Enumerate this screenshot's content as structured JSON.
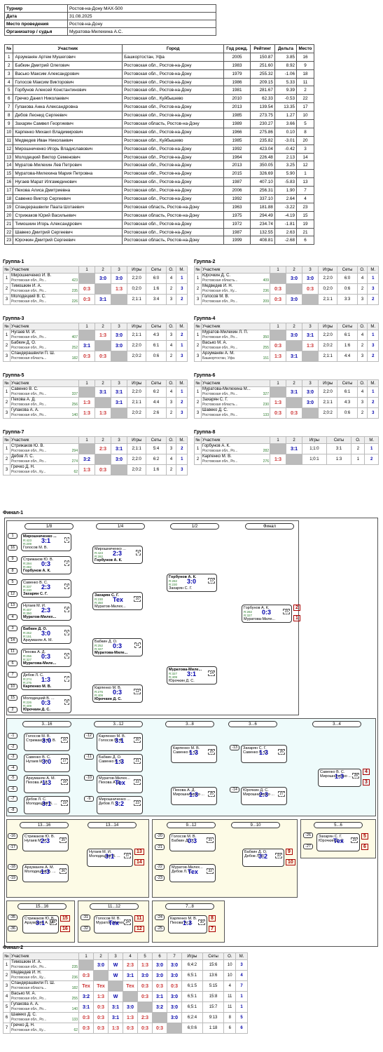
{
  "info": [
    [
      "Турнир",
      "Ростов-на-Дону MAX-500"
    ],
    [
      "Дата",
      "31.08.2025"
    ],
    [
      "Место проведения",
      "Ростов-на-Дону"
    ],
    [
      "Организатор / судья",
      "Муратова-Милехина А.С."
    ]
  ],
  "part_head": [
    "№",
    "Участник",
    "Город",
    "Год рожд.",
    "Рейтинг",
    "Дельта",
    "Место"
  ],
  "participants": [
    [
      "1",
      "Арзуманян Артем Мушегович",
      "Башкортостан, Уфа",
      "2005",
      "150.87",
      "3.85",
      "16"
    ],
    [
      "2",
      "Бабкин Дмитрий Олегович",
      "Ростовская обл., Ростов-на-Дону",
      "1983",
      "251.60",
      "8.92",
      "9"
    ],
    [
      "3",
      "Васько Максим Александрович",
      "Ростовская обл., Ростов-на-Дону",
      "1979",
      "255.32",
      "-1.06",
      "18"
    ],
    [
      "4",
      "Голосов Максим Викторович",
      "Ростовская обл., Ростов-на-Дону",
      "1986",
      "209.15",
      "5.33",
      "11"
    ],
    [
      "5",
      "Горбунов Алексей Константинович",
      "Ростовская обл., Ростов-на-Дону",
      "1981",
      "281.67",
      "9.39",
      "2"
    ],
    [
      "6",
      "Гречко Данил Николаевич",
      "Ростовская обл., Куйбышево",
      "2010",
      "62.33",
      "-0.53",
      "22"
    ],
    [
      "7",
      "Гупакова Анна Александровна",
      "Ростовская обл., Ростов-на-Дону",
      "2013",
      "139.54",
      "13.35",
      "17"
    ],
    [
      "8",
      "Дебов Леонид Сергеевич",
      "Ростовская обл., Ростов-на-Дону",
      "1985",
      "273.75",
      "1.27",
      "10"
    ],
    [
      "9",
      "Захарян Самвел Георгиевич",
      "Ростовская область, Ростов-на-Дону",
      "1989",
      "230.27",
      "3.66",
      "5"
    ],
    [
      "10",
      "Карпенко Михаил Владимирович",
      "Ростовская обл., Ростов-на-Дону",
      "1966",
      "275.86",
      "0.10",
      "8"
    ],
    [
      "11",
      "Медведев Иван Николаевич",
      "Ростовская обл., Куйбышево",
      "1985",
      "235.82",
      "-3.01",
      "20"
    ],
    [
      "12",
      "Мирошниченко Игорь Владиславович",
      "Ростовская обл., Ростов-на-Дону",
      "1992",
      "423.04",
      "-0.42",
      "3"
    ],
    [
      "13",
      "Молодецкий Виктор Семенович",
      "Ростовская обл., Ростов-на-Дону",
      "1964",
      "226.48",
      "2.13",
      "14"
    ],
    [
      "14",
      "Муратов-Милехин Лев Петрович",
      "Ростовская обл., Ростов-на-Дону",
      "2013",
      "350.05",
      "3.25",
      "12"
    ],
    [
      "15",
      "Муратова-Милехина Мария Петровна",
      "Ростовская обл., Ростов-на-Дону",
      "2015",
      "326.69",
      "5.90",
      "1"
    ],
    [
      "16",
      "Нугаев Марат Илгамединович",
      "Ростовская обл., Ростов-на-Дону",
      "1987",
      "407.10",
      "-5.83",
      "13"
    ],
    [
      "17",
      "Пехова Алиса Дмитриевна",
      "Ростовская обл., Ростов-на-Дону",
      "2006",
      "256.31",
      "1.90",
      "7"
    ],
    [
      "18",
      "Савенко Виктор Сергеевич",
      "Ростовская обл., Ростов-на-Дону",
      "1992",
      "337.10",
      "2.64",
      "4"
    ],
    [
      "19",
      "Спандерашвили Паата Шотаевич",
      "Ростовская область, Ростов-на-Дону",
      "1963",
      "181.88",
      "-3.22",
      "23"
    ],
    [
      "20",
      "Стрижаков Юрий Васильевич",
      "Ростовская область, Ростов-на-Дону",
      "1975",
      "294.49",
      "-4.19",
      "15"
    ],
    [
      "21",
      "Тимошкин Игорь Александрович",
      "Ростовская обл., Ростов-на-Дону",
      "1972",
      "234.74",
      "-1.81",
      "19"
    ],
    [
      "22",
      "Шавеко Дмитрий Сергеевич",
      "Ростовская обл., Ростов-на-Дону",
      "1987",
      "132.55",
      "2.63",
      "21"
    ],
    [
      "23",
      "Юрочкин Дмитрий Сергеевич",
      "Ростовская область, Ростов-на-Дону",
      "1999",
      "408.81",
      "-2.68",
      "6"
    ]
  ],
  "group_head": [
    "№",
    "Участник",
    "1",
    "2",
    "3",
    "Игры",
    "Сеты",
    "О.",
    "М."
  ],
  "groups": [
    {
      "title": "Группа-1",
      "rows": [
        [
          "1",
          "Мирошниченко И. В.",
          "Ростовская обл., Ро...",
          "423",
          [
            "",
            "3:0",
            "3:0"
          ],
          "2;2:0",
          "6:0",
          "4",
          "1"
        ],
        [
          "2",
          "Тимошкин И. А.",
          "Ростовская обл., Ро...",
          "235",
          [
            "0:3",
            "",
            "1:3"
          ],
          "0;2:0",
          "1:6",
          "2",
          "3"
        ],
        [
          "3",
          "Молодецкий В. С.",
          "Ростовская обл., Ро...",
          "226",
          [
            "0:3",
            "3:1",
            ""
          ],
          "2;1:1",
          "3:4",
          "3",
          "2"
        ]
      ]
    },
    {
      "title": "Группа-2",
      "rows": [
        [
          "1",
          "Юрочкин Д. С.",
          "Ростовская область...",
          "409",
          [
            "",
            "3:0",
            "3:0"
          ],
          "2;2:0",
          "6:0",
          "4",
          "1"
        ],
        [
          "2",
          "Медведев И. Н.",
          "Ростовская обл., Ку...",
          "236",
          [
            "0:3",
            "",
            "0:3"
          ],
          "0;2:0",
          "0:6",
          "2",
          "3"
        ],
        [
          "3",
          "Голосов М. В.",
          "Ростовская обл., Ро...",
          "209",
          [
            "0:3",
            "3:0",
            ""
          ],
          "2;1:1",
          "3:3",
          "3",
          "2"
        ]
      ]
    },
    {
      "title": "Группа-3",
      "rows": [
        [
          "1",
          "Нугаев М. И.",
          "Ростовская обл., Ро...",
          "407",
          [
            "",
            "1:3",
            "3:0"
          ],
          "2;1:1",
          "4:3",
          "3",
          "2"
        ],
        [
          "2",
          "Бабкин Д. О.",
          "Ростовская обл., Ро...",
          "252",
          [
            "3:1",
            "",
            "3:0"
          ],
          "2;2:0",
          "6:1",
          "4",
          "1"
        ],
        [
          "3",
          "Спандерашвили П. Ш.",
          "Ростовская область...",
          "182",
          [
            "0:3",
            "0:3",
            ""
          ],
          "2;0:2",
          "0:6",
          "2",
          "3"
        ]
      ]
    },
    {
      "title": "Группа-4",
      "rows": [
        [
          "1",
          "Муратов-Милехин Л. П.",
          "Ростовская обл., Ро...",
          "350",
          [
            "",
            "3:0",
            "3:1"
          ],
          "2;2:0",
          "6:1",
          "4",
          "1"
        ],
        [
          "2",
          "Васько М. А.",
          "Ростовская обл., Ро...",
          "255",
          [
            "0:3",
            "",
            "1:3"
          ],
          "2;0:2",
          "1:6",
          "2",
          "3"
        ],
        [
          "3",
          "Арзуманян А. М.",
          "Башкортостан, Уфа",
          "151",
          [
            "1:3",
            "3:1",
            ""
          ],
          "2;1:1",
          "4:4",
          "3",
          "2"
        ]
      ]
    },
    {
      "title": "Группа-5",
      "rows": [
        [
          "1",
          "Савенко В. С.",
          "Ростовская обл., Ро...",
          "337",
          [
            "",
            "3:1",
            "3:1"
          ],
          "2;2:0",
          "6:2",
          "4",
          "1"
        ],
        [
          "2",
          "Пехова А. Д.",
          "Ростовская обл., Ро...",
          "256",
          [
            "1:3",
            "",
            "3:1"
          ],
          "2;1:1",
          "4:4",
          "3",
          "2"
        ],
        [
          "3",
          "Гупакова А. А.",
          "Ростовская обл., Ро...",
          "140",
          [
            "1:3",
            "1:3",
            ""
          ],
          "2;0:2",
          "2:6",
          "2",
          "3"
        ]
      ]
    },
    {
      "title": "Группа-6",
      "rows": [
        [
          "1",
          "Муратова-Милехина М...",
          "Ростовская обл., Ро...",
          "327",
          [
            "",
            "3:1",
            "3:0"
          ],
          "2;2:0",
          "6:1",
          "4",
          "1"
        ],
        [
          "2",
          "Захарян С. Г.",
          "Ростовская область...",
          "230",
          [
            "1:3",
            "",
            "3:0"
          ],
          "2;1:1",
          "4:3",
          "3",
          "2"
        ],
        [
          "3",
          "Шавеко Д. С.",
          "Ростовская обл., Ро...",
          "133",
          [
            "0:3",
            "0:3",
            ""
          ],
          "2;0:2",
          "0:6",
          "2",
          "3"
        ]
      ]
    },
    {
      "title": "Группа-7",
      "rows": [
        [
          "1",
          "Стрижаков Ю. В.",
          "Ростовская обл., Ро...",
          "294",
          [
            "",
            "2:3",
            "3:1"
          ],
          "2;1:1",
          "5:4",
          "3",
          "2"
        ],
        [
          "2",
          "Дебов Л. С.",
          "Ростовская обл., Ро...",
          "274",
          [
            "3:2",
            "",
            "3:0"
          ],
          "2;2:0",
          "6:2",
          "4",
          "1"
        ],
        [
          "3",
          "Гречко Д. Н.",
          "Ростовская обл., Ку...",
          "62",
          [
            "1:3",
            "0:3",
            ""
          ],
          "2;0:2",
          "1:6",
          "2",
          "3"
        ]
      ]
    },
    {
      "title": "Группа-8",
      "rows": [
        [
          "1",
          "Горбунов А. К.",
          "Ростовская обл., Ро...",
          "282",
          [
            "",
            "3:1"
          ],
          "1;1:0",
          "3:1",
          "2",
          "1"
        ],
        [
          "2",
          "Карпенко М. В.",
          "Ростовская обл., Ро...",
          "276",
          [
            "1:3",
            ""
          ],
          "1;0:1",
          "1:3",
          "1",
          "2"
        ]
      ]
    }
  ],
  "final1_title": "Финал-1",
  "round_labels": [
    "1/8",
    "1/4",
    "1/2",
    "Финал"
  ],
  "r16": [
    {
      "seeds": [
        "1",
        "16"
      ],
      "a": "Мирошниченко ...",
      "ra": "R:423",
      "b": "Голосов М. В.",
      "rb": "R:209",
      "s": "3:1",
      "m": "1",
      "w": "a"
    },
    {
      "seeds": [
        "9",
        "8"
      ],
      "a": "Стрижаков Ю. В.",
      "ra": "R:294",
      "b": "Горбунов А. К.",
      "rb": "R:282",
      "s": "0:3",
      "m": "2",
      "w": "b"
    },
    {
      "seeds": [
        "5",
        "12"
      ],
      "a": "Савенко В. С.",
      "ra": "R:337",
      "b": "Захарян С. Г.",
      "rb": "R:230",
      "s": "2:3",
      "m": "3",
      "w": "b"
    },
    {
      "seeds": [
        "13",
        "4"
      ],
      "a": "Нугаев М. И.",
      "ra": "R:407",
      "b": "Муратов-Милех...",
      "rb": "R:350",
      "s": "2:3",
      "m": "4",
      "w": "b"
    },
    {
      "seeds": [
        "3",
        "14"
      ],
      "a": "Бабкин Д. О.",
      "ra": "R:252",
      "b": "Арзуманян А. М.",
      "rb": "R:151",
      "s": "3:0",
      "m": "5",
      "w": "a"
    },
    {
      "seeds": [
        "11",
        "6"
      ],
      "a": "Пехова А. Д.",
      "ra": "R:256",
      "b": "Муратова-Миле...",
      "rb": "R:327",
      "s": "0:3",
      "m": "6",
      "w": "b"
    },
    {
      "seeds": [
        "7",
        "10"
      ],
      "a": "Дебов Л. С.",
      "ra": "R:274",
      "b": "Карпенко М. В.",
      "rb": "R:276",
      "s": "1:3",
      "m": "7",
      "w": "b"
    },
    {
      "seeds": [
        "15",
        "2"
      ],
      "a": "Молодецкий В. ...",
      "ra": "R:226",
      "b": "Юрочкин Д. С.",
      "rb": "R:409",
      "s": "0:3",
      "m": "8",
      "w": "b"
    }
  ],
  "qf": [
    {
      "a": "Мирошниченко ...",
      "ra": "R:423",
      "b": "Горбунов А. К.",
      "rb": "R:282",
      "s": "2:3",
      "m": "9",
      "w": "b"
    },
    {
      "a": "Захарян С. Г.",
      "ra": "R:230",
      "b": "Муратов-Милех...",
      "rb": "R:350",
      "s": "Тех",
      "m": "10",
      "w": "a"
    },
    {
      "a": "Бабкин Д. О.",
      "ra": "R:252",
      "b": "Муратова-Миле...",
      "rb": "R:327",
      "s": "0:3",
      "m": "11",
      "w": "b"
    },
    {
      "a": "Карпенко М. В.",
      "ra": "R:276",
      "b": "Юрочкин Д. С.",
      "rb": "R:409",
      "s": "0:3",
      "m": "12",
      "w": "b"
    }
  ],
  "sf": [
    {
      "a": "Горбунов А. К.",
      "ra": "R:282",
      "b": "Захарян С. Г.",
      "rb": "R:230",
      "s": "3:0",
      "m": "13",
      "w": "a"
    },
    {
      "a": "Муратова-Миле...",
      "ra": "R:327",
      "b": "Юрочкин Д. С.",
      "rb": "R:409",
      "s": "3:1",
      "m": "14",
      "w": "a"
    }
  ],
  "fin": {
    "a": "Горбунов А. К.",
    "ra": "R:282",
    "b": "Муратова-Миле...",
    "rb": "R:327",
    "s": "0:3",
    "m": "15",
    "pa": "2",
    "pb": "1"
  },
  "lower_labels": [
    "3...16",
    "3...12",
    "3...8",
    "3...6",
    "3...4"
  ],
  "l1": [
    {
      "seeds": [
        "-1",
        "-2"
      ],
      "a": "Голосов М. В.",
      "b": "Стрижаков Ю. В.",
      "s": "3:0",
      "m": "16"
    },
    {
      "seeds": [
        "-3",
        "-4"
      ],
      "a": "Савенко В. С.",
      "b": "Нугаев М. И.",
      "s": "3:0",
      "m": "17"
    },
    {
      "seeds": [
        "-5",
        "-6"
      ],
      "a": "Арзуманян А. М.",
      "b": "Пехова А. Д.",
      "s": "1:3",
      "m": "18"
    },
    {
      "seeds": [
        "-7",
        "-8"
      ],
      "a": "Дебов Л. С.",
      "b": "Молодецкий В. ...",
      "s": "3:1",
      "m": "19"
    }
  ],
  "l2": [
    {
      "seed": "-12",
      "a": "Карпенко М. В.",
      "b": "Голосов М. В.",
      "s": "3:1",
      "m": "20"
    },
    {
      "seed": "-11",
      "a": "Бабкин Д. О.",
      "b": "Савенко В. С.",
      "s": "1:3",
      "m": "21"
    },
    {
      "seed": "-10",
      "a": "Муратов-Милех...",
      "b": "Пехова А. Д.",
      "s": "Тех",
      "m": "22"
    },
    {
      "seed": "-9",
      "a": "Мирошниченко ...",
      "b": "Дебов Л. С.",
      "s": "3:2",
      "m": "23"
    }
  ],
  "l3": [
    {
      "a": "Карпенко М. В.",
      "b": "Савенко В. С.",
      "s": "1:3",
      "m": "25"
    },
    {
      "a": "Пехова А. Д.",
      "b": "Мирошниченко ...",
      "s": "1:3",
      "m": "25"
    }
  ],
  "l4": [
    {
      "seed": "-13",
      "a": "Захарян С. Г.",
      "b": "Савенко В. С.",
      "s": "1:3",
      "m": "26"
    },
    {
      "seed": "-14",
      "a": "Юрочкин Д. С.",
      "b": "Мирошниченко ...",
      "s": "2:3",
      "m": "27"
    }
  ],
  "l5": {
    "a": "Савенко В. С.",
    "b": "Мирошниченко ...",
    "s": "1:3",
    "m": "28",
    "pa": "4",
    "pb": "3"
  },
  "y_labels": [
    "13...16",
    "13...14",
    "9...12",
    "9...10",
    "5...6",
    "15...16",
    "11...12",
    "7...8"
  ],
  "y1": [
    {
      "seeds": [
        "-16",
        "-17"
      ],
      "a": "Стрижаков Ю. В.",
      "b": "Нугаев М. И.",
      "s": "2:3",
      "m": "35"
    },
    {
      "seeds": [
        "-18",
        "-19"
      ],
      "a": "Арзуманян А. М.",
      "b": "Молодецкий В. ...",
      "s": "1:3",
      "m": "36"
    }
  ],
  "y2": {
    "a": "Нугаев М. И.",
    "b": "Молодецкий В. ...",
    "s": "3:1",
    "m": "37",
    "pa": "13",
    "pb": "14"
  },
  "g1": [
    {
      "seeds": [
        "-20",
        "-21"
      ],
      "a": "Голосов М. В.",
      "b": "Бабкин Д. О.",
      "s": "0:3",
      "m": "31"
    },
    {
      "seeds": [
        "-22",
        "-23"
      ],
      "a": "Муратов-Милех...",
      "b": "Дебов Л. С.",
      "s": "Тех",
      "m": "32"
    }
  ],
  "g2": {
    "a": "Бабкин Д. О.",
    "b": "Дебов Л. С.",
    "s": "3:2",
    "m": "33",
    "pa": "9",
    "pb": "10"
  },
  "z56": {
    "seeds": [
      "-26",
      "-27"
    ],
    "a": "Захарян С. Г.",
    "b": "Юрочкин Д. С.",
    "s": "Тех",
    "m": "29",
    "pa": "5",
    "pb": "6"
  },
  "z1516": {
    "seeds": [
      "-35",
      "-36"
    ],
    "a": "Стрижаков Ю. В.",
    "b": "Арзуманян А. М.",
    "s": "3:1",
    "m": "38",
    "pa": "15",
    "pb": "16"
  },
  "z1112": {
    "seeds": [
      "-31",
      "-32"
    ],
    "a": "Голосов М. В.",
    "b": "Муратов-Милех...",
    "s": "Тех",
    "m": "34",
    "pa": "11",
    "pb": "12"
  },
  "z78": {
    "seeds": [
      "-24",
      "-25"
    ],
    "a": "Карпенко М. В.",
    "b": "Пехова А. Д.",
    "s": "1:3",
    "m": "30",
    "pa": "8",
    "pb": "7"
  },
  "final2_title": "Финал-2",
  "f2_head": [
    "№",
    "Участник",
    "1",
    "2",
    "3",
    "4",
    "5",
    "6",
    "7",
    "Игры",
    "Сеты",
    "О.",
    "М."
  ],
  "final2": [
    [
      "1",
      "Тимошкин И. А.",
      "Ростовская обл., Ро...",
      "235",
      [
        "",
        "3:0",
        "W",
        "2:3",
        "1:3",
        "3:0",
        "3:0"
      ],
      "6;4:2",
      "15:6",
      "10",
      "3"
    ],
    [
      "2",
      "Медведев И. Н.",
      "Ростовская обл., Ку...",
      "236",
      [
        "0:3",
        "",
        "W",
        "3:1",
        "3:0",
        "3:0",
        "3:0"
      ],
      "6;5:1",
      "13:6",
      "10",
      "4"
    ],
    [
      "3",
      "Спандерашвили П. Ш.",
      "Ростовская область...",
      "182",
      [
        "Тех",
        "Тех",
        "",
        "Тех",
        "0:3",
        "0:3",
        "0:3"
      ],
      "6;1:5",
      "5:15",
      "4",
      "7"
    ],
    [
      "4",
      "Васько М. А.",
      "Ростовская обл., Ро...",
      "255",
      [
        "3:2",
        "1:3",
        "W",
        "",
        "0:3",
        "3:1",
        "3:0"
      ],
      "6;5:1",
      "15:8",
      "11",
      "1"
    ],
    [
      "5",
      "Гупакова А. А.",
      "Ростовская обл., Ро...",
      "140",
      [
        "3:1",
        "0:3",
        "3:1",
        "3:0",
        "",
        "3:2",
        "3:0"
      ],
      "6;5:1",
      "15:7",
      "11",
      "1"
    ],
    [
      "6",
      "Шавеко Д. С.",
      "Ростовская обл., Ро...",
      "133",
      [
        "0:3",
        "0:3",
        "3:1",
        "1:3",
        "2:3",
        "",
        "3:0"
      ],
      "6;2:4",
      "9:13",
      "8",
      "5"
    ],
    [
      "7",
      "Гречко Д. Н.",
      "Ростовская обл., Ку...",
      "62",
      [
        "0:3",
        "0:3",
        "1:3",
        "0:3",
        "0:3",
        "0:3",
        ""
      ],
      "6;0:6",
      "1:18",
      "6",
      "6"
    ]
  ]
}
